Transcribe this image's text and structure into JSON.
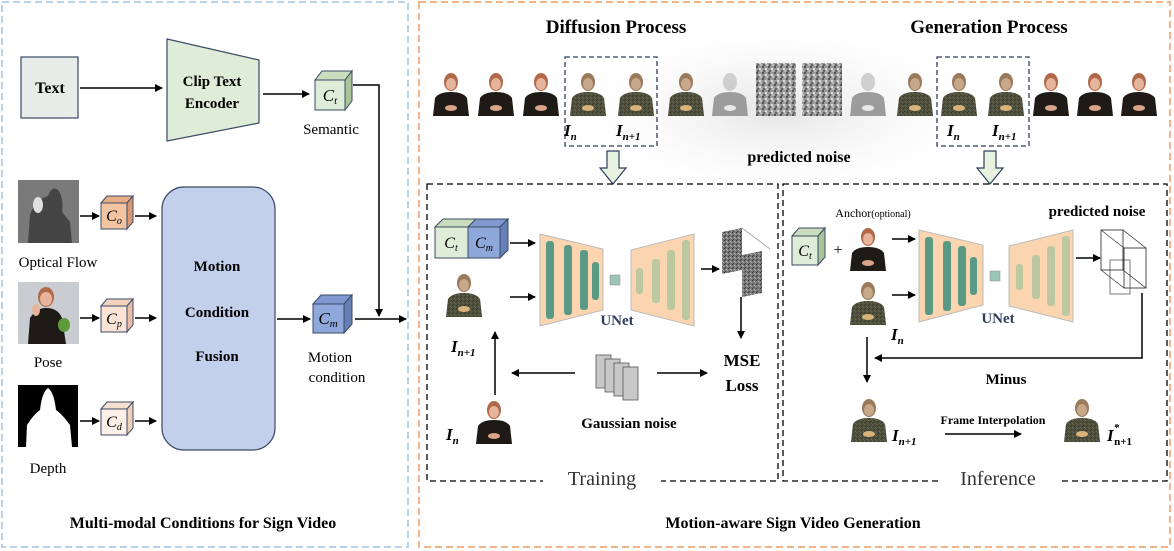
{
  "left_panel": {
    "title": "Multi-modal Conditions for Sign Video",
    "border_color": "#b8d3ea",
    "text_box": "Text",
    "encoder": {
      "line1": "Clip Text",
      "line2": "Encoder"
    },
    "ct": {
      "symbol": "C",
      "sub": "t",
      "label": "Semantic"
    },
    "inputs": [
      {
        "label": "Optical Flow",
        "symbol": "C",
        "sub": "o",
        "color": "#f3c4a2"
      },
      {
        "label": "Pose",
        "symbol": "C",
        "sub": "p",
        "color": "#fbe3d6"
      },
      {
        "label": "Depth",
        "symbol": "C",
        "sub": "d",
        "color": "#fdf0e8"
      }
    ],
    "fusion": {
      "line1": "Motion",
      "line2": "Condition",
      "line3": "Fusion"
    },
    "cm": {
      "symbol": "C",
      "sub": "m",
      "label1": "Motion",
      "label2": "condition"
    }
  },
  "right_panel": {
    "title": "Motion-aware Sign Video Generation",
    "border_color": "#f2b48b",
    "diffusion_title": "Diffusion Process",
    "generation_title": "Generation Process",
    "predicted_noise": "predicted noise",
    "frame_labels": {
      "in": "I",
      "in_sub": "n",
      "in1": "I",
      "in1_sub": "n+1"
    },
    "training": {
      "label": "Training",
      "unet": "UNet",
      "mse1": "MSE",
      "mse2": "Loss",
      "gaussian": "Gaussian noise",
      "ct": "t",
      "cm": "m"
    },
    "inference": {
      "label": "Inference",
      "anchor": "Anchor",
      "anchor_opt": "(optional)",
      "predicted_noise": "predicted noise",
      "unet": "UNet",
      "minus": "Minus",
      "frame_interp": "Frame Interpolation",
      "plus": "+",
      "out_star": "*",
      "out_sub": "n+1"
    }
  }
}
